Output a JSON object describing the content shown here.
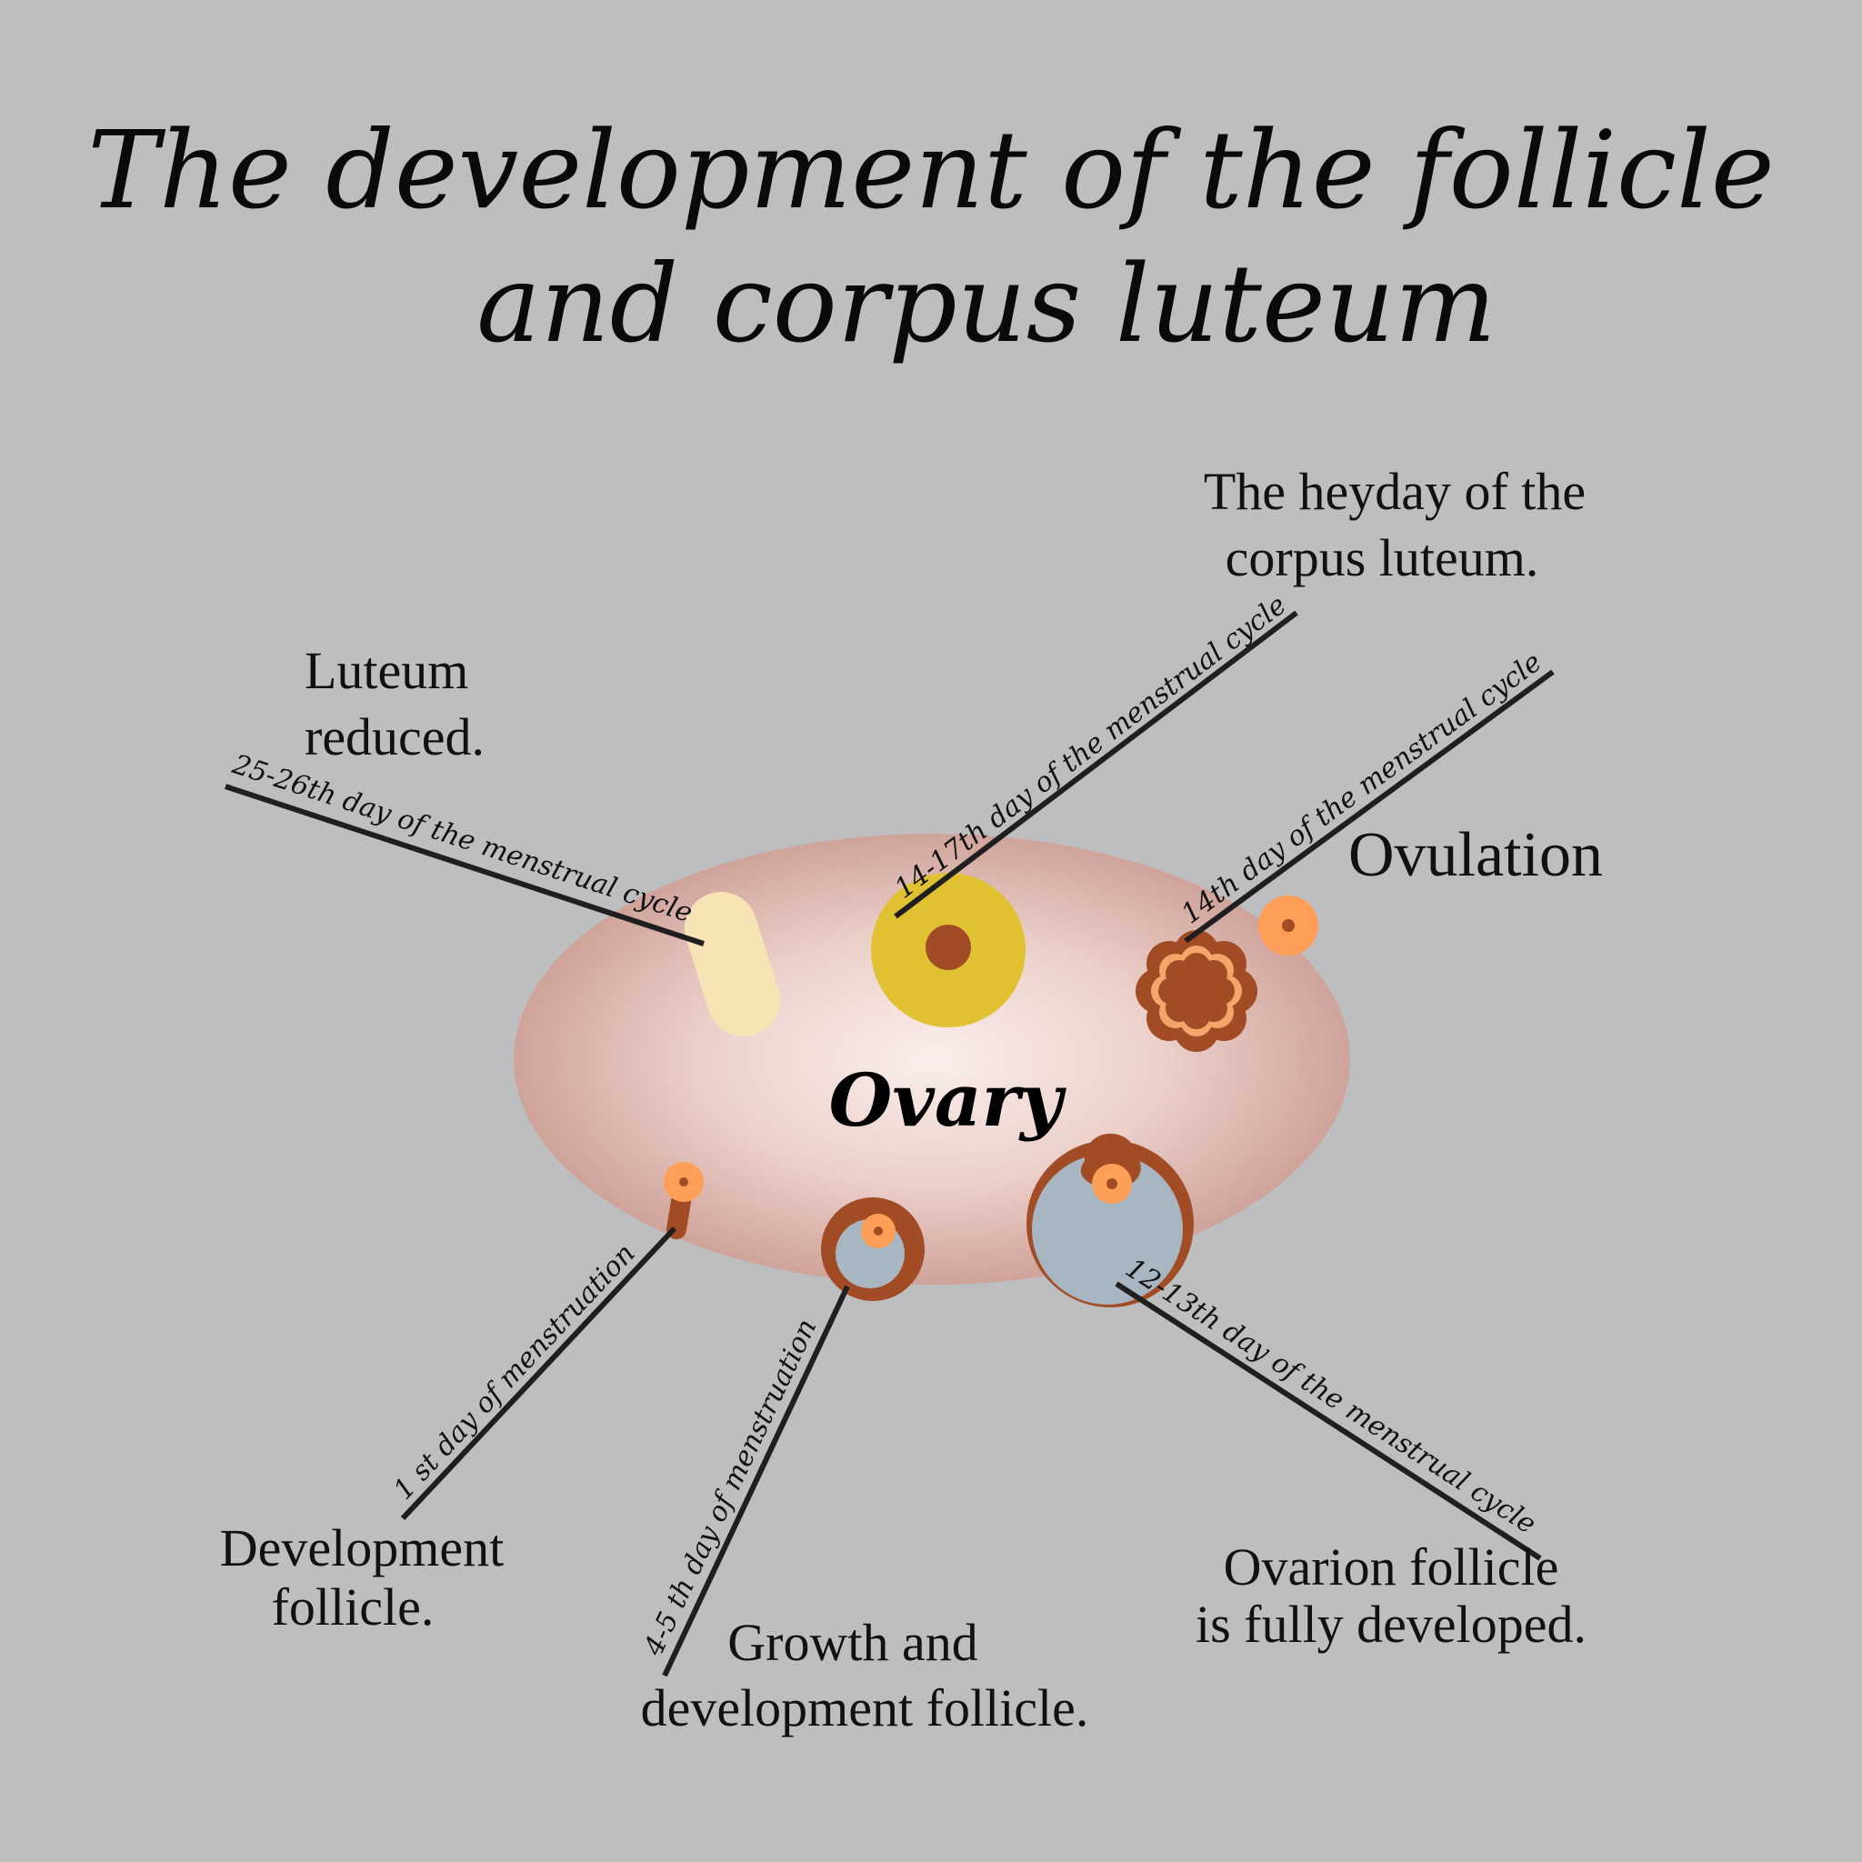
{
  "title": {
    "line1": "The development of the follicle",
    "line2": "and corpus luteum"
  },
  "ovary": {
    "label": "Ovary"
  },
  "stages": {
    "first_day": {
      "day": "1 st day of menstruation",
      "caption_line1": "Development",
      "caption_line2": "follicle."
    },
    "growth": {
      "day": "4-5 th day of menstruation",
      "caption_line1": "Growth  and",
      "caption_line2": "development follicle."
    },
    "fully_developed": {
      "day": "12-13th day of the menstrual cycle",
      "caption_line1": "Ovarion follicle",
      "caption_line2": "is fully developed."
    },
    "ovulation": {
      "day": "14th day of the menstrual cycle",
      "caption": "Ovulation"
    },
    "heyday": {
      "day": "14-17th day of the menstrual cycle",
      "caption_line1": "The heyday of the",
      "caption_line2": "corpus luteum."
    },
    "reduced": {
      "day": "25-26th day of the menstrual cycle",
      "caption_line1": "Luteum",
      "caption_line2": "reduced."
    }
  },
  "colors": {
    "background": "#bdbebf",
    "ovary_center": "#f8ebe8",
    "ovary_edge": "#cfa39a",
    "follicle_wall": "#a24c26",
    "follicle_fluid": "#a8b6c2",
    "oocyte": "#ff9e57",
    "corpus_luteum": "#dfc131",
    "luteum_reduced": "#f7e4b5",
    "leader_line": "#1f1f1f"
  }
}
